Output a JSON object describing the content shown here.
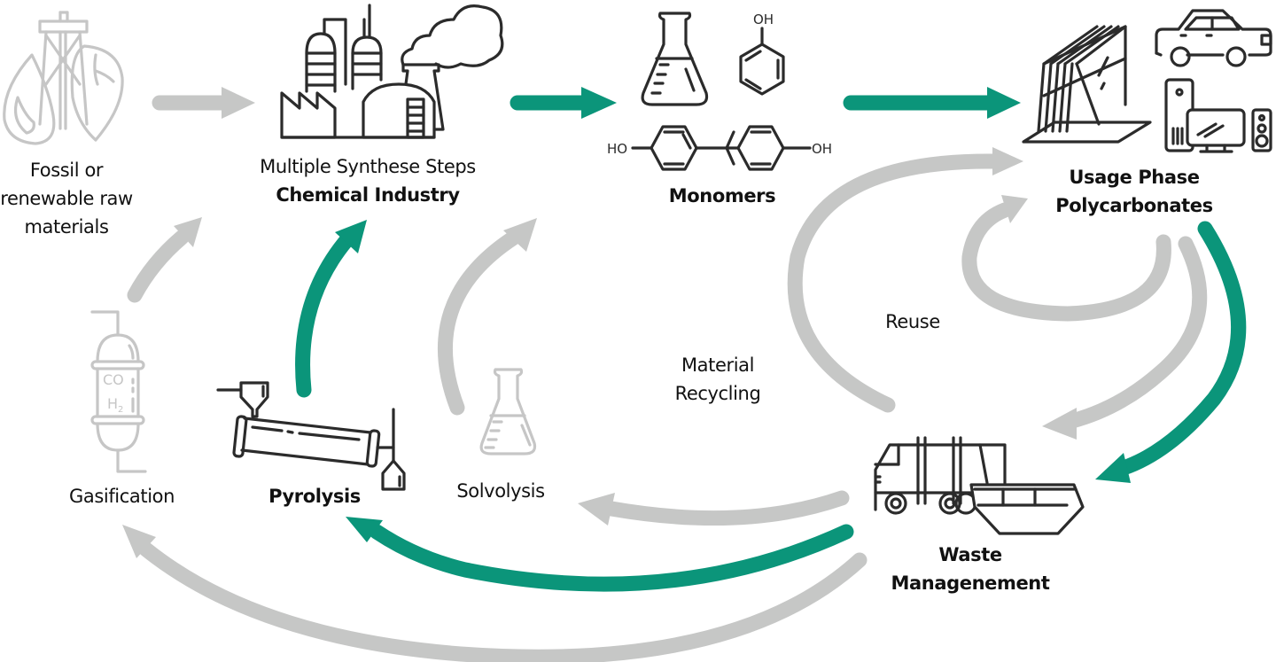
{
  "colors": {
    "green_flow": "#0b957a",
    "grey_flow": "#c6c7c6",
    "icon_dark": "#2b2b2b",
    "icon_muted": "#c6c6c6"
  },
  "nodes": {
    "raw_materials": {
      "lines": [
        "Fossil or",
        "renewable raw",
        "materials"
      ],
      "icon": "oil-rig-flame-leaf-icon",
      "emphasis": "muted"
    },
    "chemical_industry": {
      "subtitle": "Multiple Synthese Steps",
      "title": "Chemical Industry",
      "icon": "factory-icon"
    },
    "monomers": {
      "title": "Monomers",
      "icon": "flask-and-molecules-icon",
      "chem_labels": {
        "phenol_oh": "OH",
        "bpa_left": "HO",
        "bpa_right": "OH"
      }
    },
    "usage_phase": {
      "lines": [
        "Usage Phase",
        "Polycarbonates"
      ],
      "icons": [
        "glass-sheets-icon",
        "car-icon",
        "computer-icon"
      ]
    },
    "waste_management": {
      "lines": [
        "Waste",
        "Managenement"
      ],
      "icon": "garbage-truck-skip-icon"
    },
    "gasification": {
      "title": "Gasification",
      "icon": "gasifier-reactor-icon",
      "chem_labels": {
        "top": "CO",
        "bottom": "H",
        "bottom_sub": "2"
      },
      "emphasis": "muted"
    },
    "pyrolysis": {
      "title": "Pyrolysis",
      "icon": "pyrolysis-reactor-icon"
    },
    "solvolysis": {
      "title": "Solvolysis",
      "icon": "flask-icon",
      "emphasis": "muted"
    }
  },
  "annotations": {
    "material_recycling": [
      "Material",
      "Recycling"
    ],
    "reuse": "Reuse"
  },
  "flows": [
    {
      "from": "raw_materials",
      "to": "chemical_industry",
      "style": "grey"
    },
    {
      "from": "chemical_industry",
      "to": "monomers",
      "style": "green"
    },
    {
      "from": "monomers",
      "to": "usage_phase",
      "style": "green"
    },
    {
      "from": "usage_phase",
      "to": "waste_management",
      "style": "green"
    },
    {
      "from": "usage_phase",
      "to": "waste_management",
      "style": "grey"
    },
    {
      "from": "usage_phase",
      "to": "usage_phase",
      "style": "grey",
      "label": "reuse-inner"
    },
    {
      "from": "waste_management",
      "to": "usage_phase",
      "style": "grey",
      "label": "reuse-outer"
    },
    {
      "from": "waste_management",
      "to": "solvolysis",
      "style": "grey"
    },
    {
      "from": "waste_management",
      "to": "pyrolysis",
      "style": "green"
    },
    {
      "from": "waste_management",
      "to": "gasification",
      "style": "grey"
    },
    {
      "from": "gasification",
      "to": "chemical_industry",
      "style": "grey"
    },
    {
      "from": "pyrolysis",
      "to": "chemical_industry",
      "style": "green"
    },
    {
      "from": "solvolysis",
      "to": "monomers",
      "style": "grey"
    }
  ]
}
